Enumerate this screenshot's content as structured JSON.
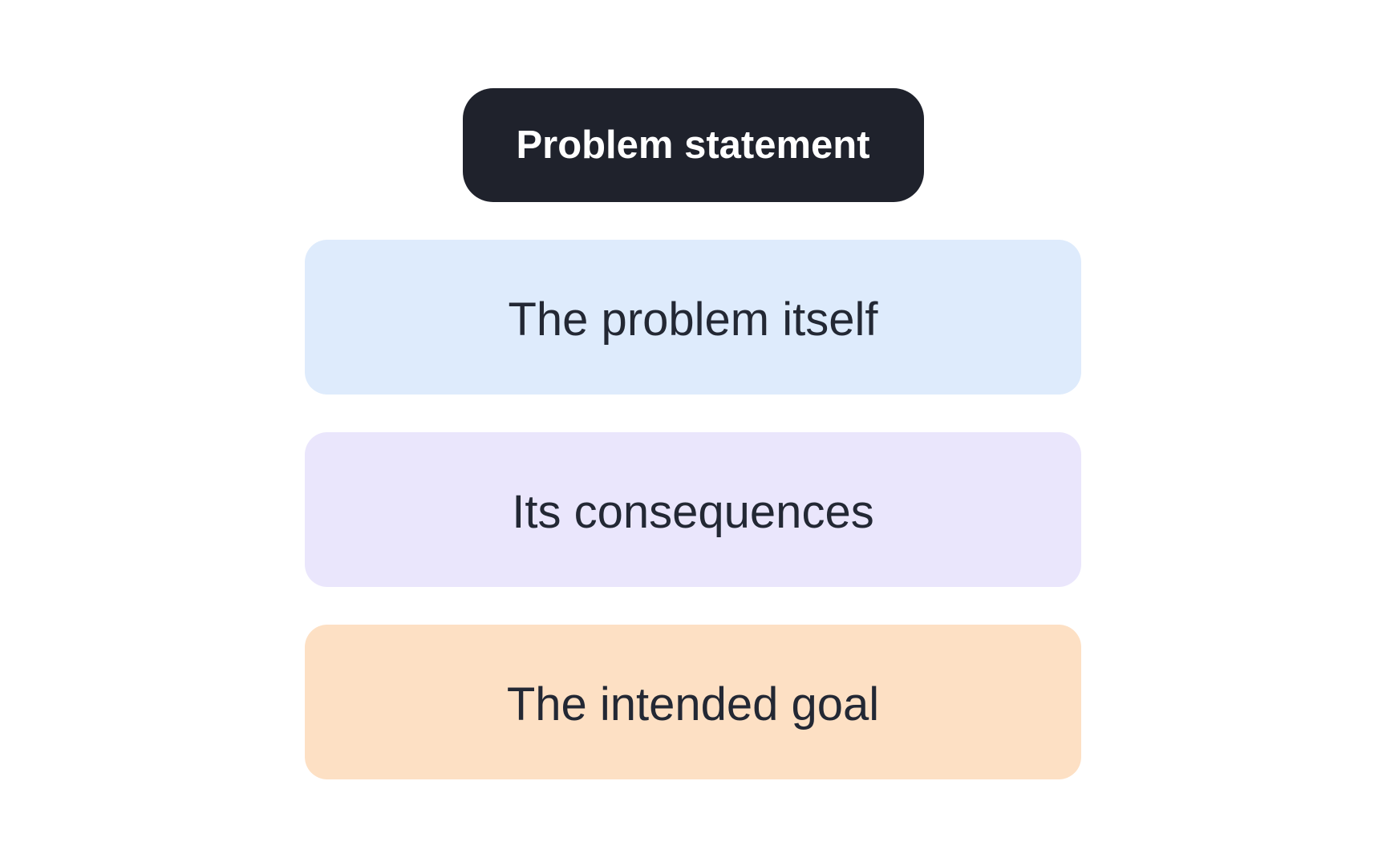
{
  "diagram": {
    "background_color": "#ffffff",
    "text_color": "#232834",
    "header": {
      "label": "Problem statement",
      "bg_color": "#1f222c",
      "text_color": "#ffffff"
    },
    "boxes": [
      {
        "label": "The problem itself",
        "bg_color": "#deebfc"
      },
      {
        "label": "Its consequences",
        "bg_color": "#eae6fc"
      },
      {
        "label": "The intended goal",
        "bg_color": "#fde0c4"
      }
    ]
  }
}
